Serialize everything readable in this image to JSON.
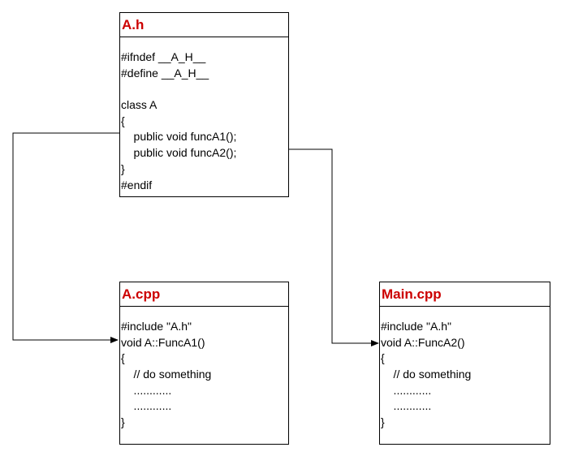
{
  "colors": {
    "title": "#cc0000",
    "line": "#000000",
    "text": "#000000"
  },
  "boxes": {
    "a_h": {
      "title": "A.h",
      "lines": [
        "#ifndef __A_H__",
        "#define __A_H__",
        "",
        "class A",
        "{",
        "    public void funcA1();",
        "    public void funcA2();",
        "}",
        "#endif"
      ]
    },
    "a_cpp": {
      "title": "A.cpp",
      "lines": [
        "#include \"A.h\"",
        "void A::FuncA1()",
        "{",
        "    // do something",
        "    ............",
        "    ............",
        "}"
      ]
    },
    "main_cpp": {
      "title": "Main.cpp",
      "lines": [
        "#include \"A.h\"",
        "void A::FuncA2()",
        "{",
        "    // do something",
        "    ............",
        "    ............",
        "}"
      ]
    }
  }
}
